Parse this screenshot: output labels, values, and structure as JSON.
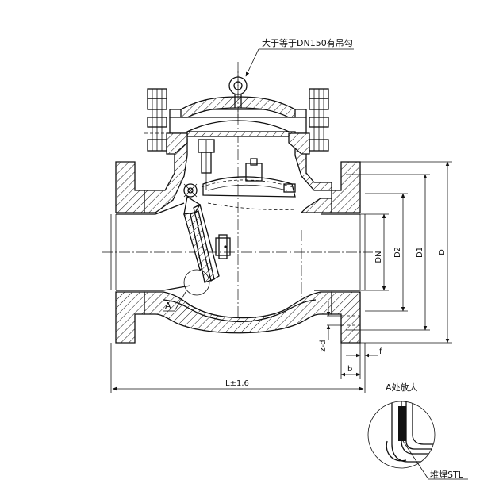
{
  "drawing": {
    "note_lifting_ring": "大于等于DN150有吊勾",
    "detail_callout": "A",
    "detail_title": "A处放大",
    "weld_overlay": "堆焊STL",
    "dimensions": {
      "length": "L±1.6",
      "nominal_diameter": "DN",
      "raised_face_dia": "D2",
      "bolt_circle_dia": "D1",
      "flange_outer_dia": "D",
      "bolt_holes": "z-d",
      "face_height": "f",
      "flange_thickness": "b"
    }
  }
}
